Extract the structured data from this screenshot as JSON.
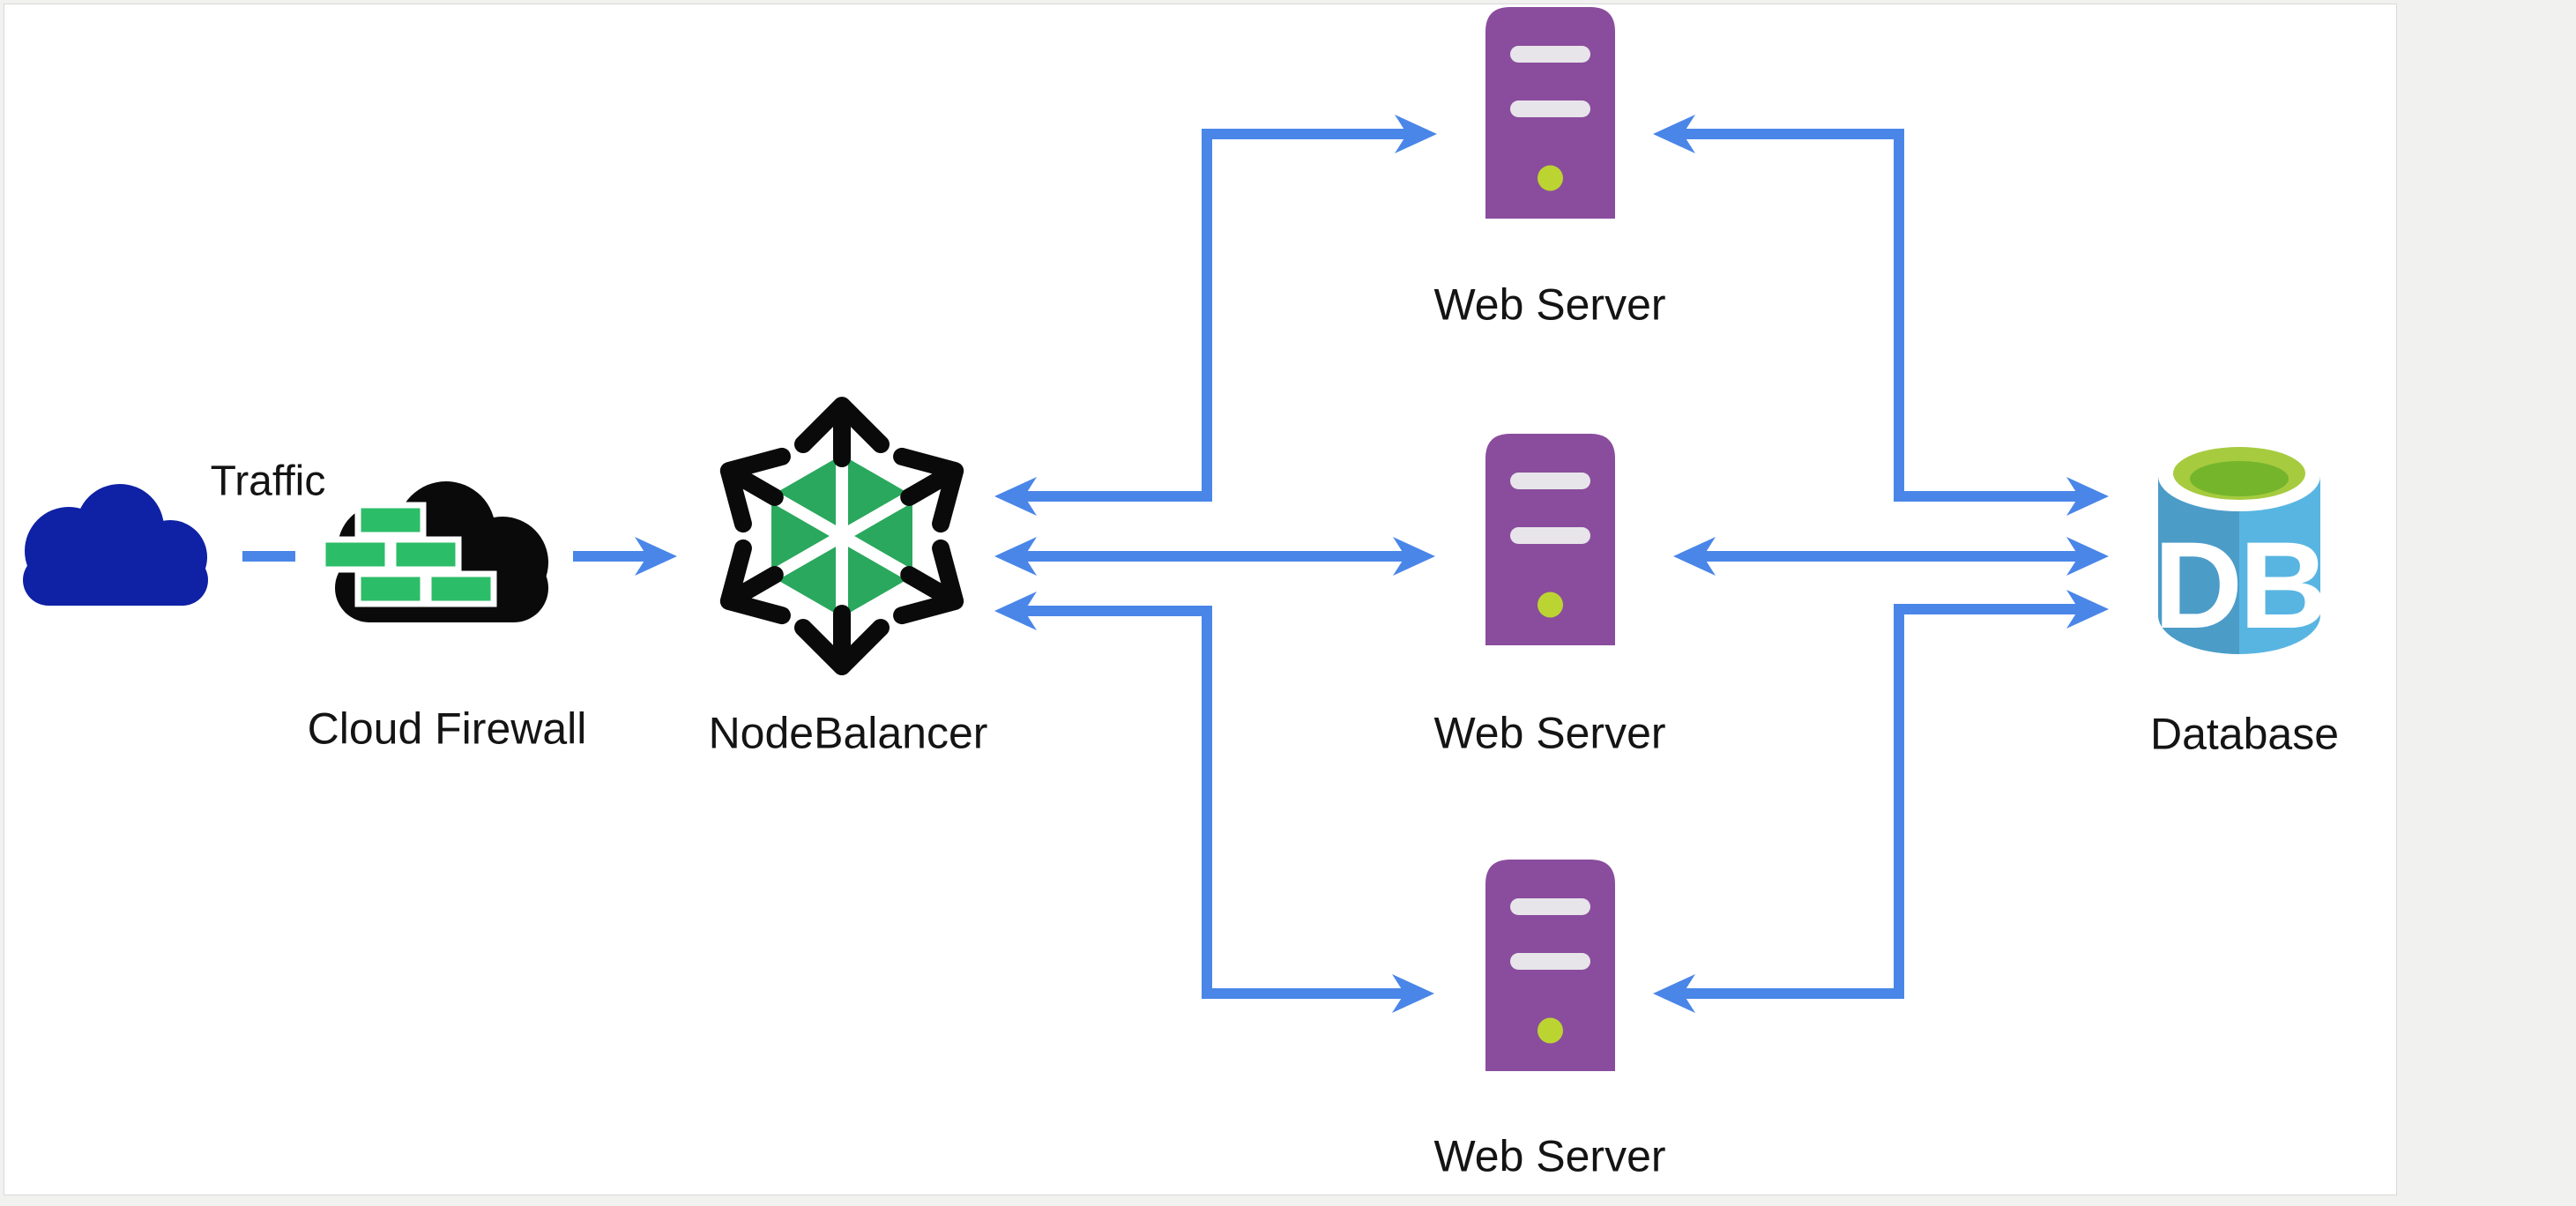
{
  "diagram": {
    "nodes": [
      {
        "id": "traffic",
        "label": "Traffic",
        "icon": "cloud-icon"
      },
      {
        "id": "cloud_firewall",
        "label": "Cloud Firewall",
        "icon": "firewall-cloud-icon"
      },
      {
        "id": "nodebalancer",
        "label": "NodeBalancer",
        "icon": "load-balancer-hexagon-icon"
      },
      {
        "id": "web_server_top",
        "label": "Web Server",
        "icon": "server-tower-icon"
      },
      {
        "id": "web_server_middle",
        "label": "Web Server",
        "icon": "server-tower-icon"
      },
      {
        "id": "web_server_bottom",
        "label": "Web Server",
        "icon": "server-tower-icon"
      },
      {
        "id": "database",
        "label": "Database",
        "icon": "database-cylinder-icon",
        "icon_text": "DB"
      }
    ],
    "connections": [
      {
        "from": "traffic",
        "to": "cloud_firewall",
        "style": "dashed",
        "arrows": "none"
      },
      {
        "from": "cloud_firewall",
        "to": "nodebalancer",
        "style": "solid",
        "arrows": "end"
      },
      {
        "from": "nodebalancer",
        "to": "web_server_top",
        "style": "elbow",
        "arrows": "both"
      },
      {
        "from": "nodebalancer",
        "to": "web_server_middle",
        "style": "straight",
        "arrows": "both"
      },
      {
        "from": "nodebalancer",
        "to": "web_server_bottom",
        "style": "elbow",
        "arrows": "both"
      },
      {
        "from": "web_server_top",
        "to": "database",
        "style": "elbow",
        "arrows": "both"
      },
      {
        "from": "web_server_middle",
        "to": "database",
        "style": "straight",
        "arrows": "both"
      },
      {
        "from": "web_server_bottom",
        "to": "database",
        "style": "elbow",
        "arrows": "both"
      }
    ]
  },
  "colors": {
    "arrow_blue": "#4a86e8",
    "traffic_navy": "#0f21a5",
    "firewall_black": "#0a0a0a",
    "brick_green": "#2cbd68",
    "balancer_green": "#2aa85e",
    "server_purple": "#8a4d9d",
    "led_green": "#bcd431",
    "slot_gray": "#e7e5ea",
    "db_blue_dark": "#4c9cc8",
    "db_blue_light": "#58b5e2",
    "db_green_light": "#a6cb3f",
    "db_green_dark": "#74b52b",
    "canvas_white": "#ffffff",
    "outside_gray": "#f1f1f0",
    "border_gray": "#d9d9d9",
    "label_black": "#141414"
  }
}
